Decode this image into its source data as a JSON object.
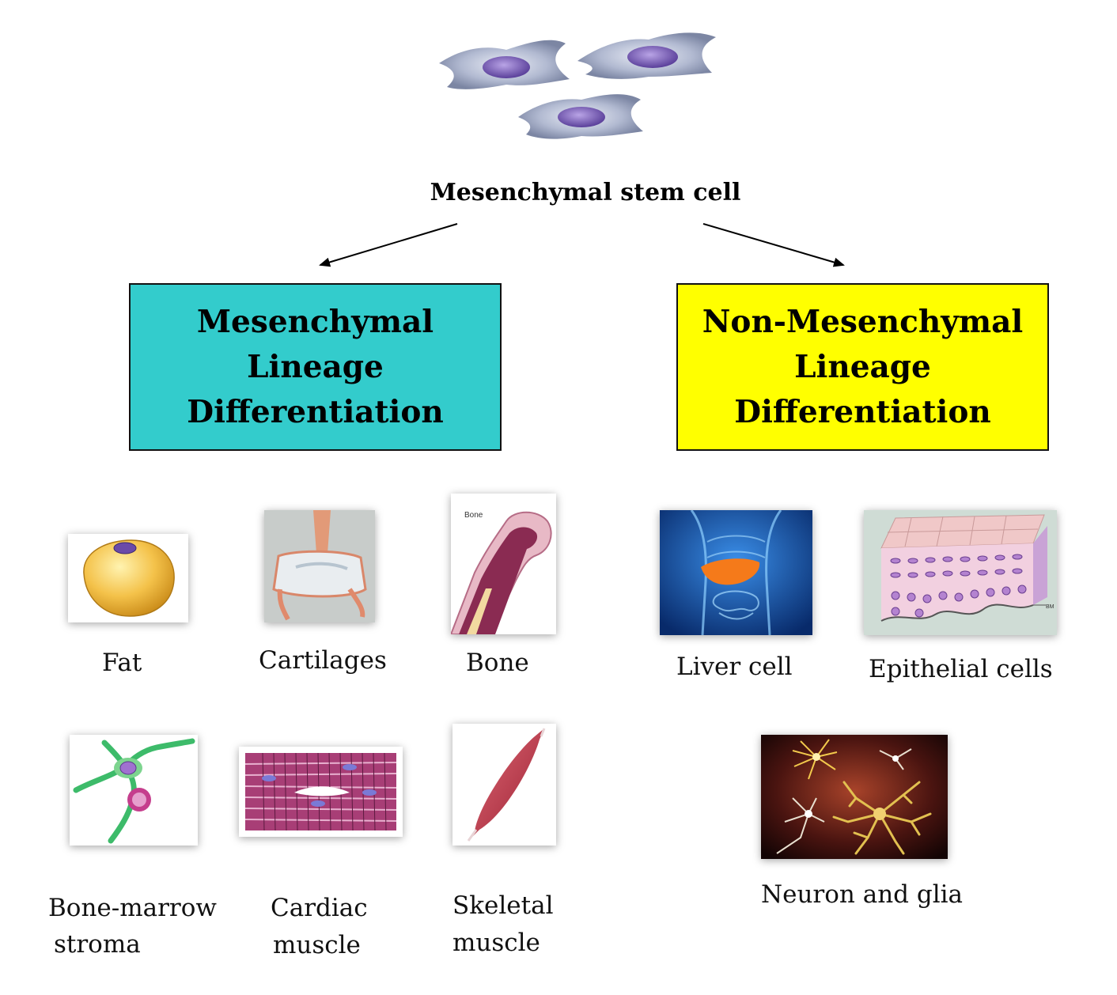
{
  "root": {
    "label": "Mesenchymal stem cell"
  },
  "branches": [
    {
      "title_lines": [
        "Mesenchymal",
        "Lineage",
        "Differentiation"
      ],
      "color": "#33CCCC"
    },
    {
      "title_lines": [
        "Non-Mesenchymal",
        "Lineage",
        "Differentiation"
      ],
      "color": "#FFFF00"
    }
  ],
  "mesenchymal_cells": [
    {
      "label_lines": [
        "Fat"
      ],
      "icon": "fat-cell-icon"
    },
    {
      "label_lines": [
        "Cartilages"
      ],
      "icon": "cartilage-icon"
    },
    {
      "label_lines": [
        "Bone"
      ],
      "icon": "bone-icon"
    },
    {
      "label_lines": [
        "Bone-marrow",
        "stroma"
      ],
      "icon": "bone-marrow-stroma-icon"
    },
    {
      "label_lines": [
        "Cardiac",
        "muscle"
      ],
      "icon": "cardiac-muscle-icon"
    },
    {
      "label_lines": [
        "Skeletal",
        "muscle"
      ],
      "icon": "skeletal-muscle-icon"
    }
  ],
  "non_mesenchymal_cells": [
    {
      "label_lines": [
        "Liver cell"
      ],
      "icon": "liver-icon"
    },
    {
      "label_lines": [
        "Epithelial cells"
      ],
      "icon": "epithelium-icon"
    },
    {
      "label_lines": [
        "Neuron and glia"
      ],
      "icon": "neuron-glia-icon"
    }
  ],
  "inline_text": {
    "bone_image_caption": "Bone",
    "epithelium_image_caption": "BM"
  }
}
